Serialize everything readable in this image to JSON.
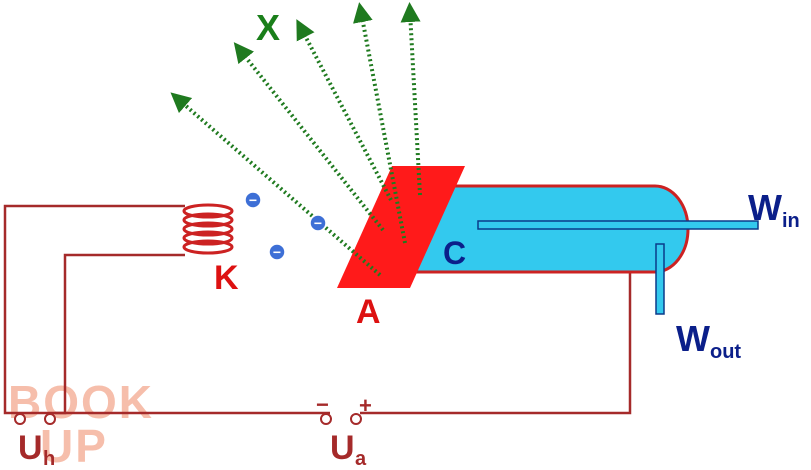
{
  "labels": {
    "x": "X",
    "k": "K",
    "a": "A",
    "c": "C",
    "w_in_main": "W",
    "w_in_sub": "in",
    "w_out_main": "W",
    "w_out_sub": "out",
    "u_h_main": "U",
    "u_h_sub": "h",
    "u_a_main": "U",
    "u_a_sub": "a",
    "minus": "−",
    "plus": "+",
    "electron": "−"
  },
  "watermark": {
    "line1": "BOOK",
    "line2": "UP"
  },
  "colors": {
    "wire": "#a52a2a",
    "anode": "#ff1a1a",
    "coolant": "#33c9ee",
    "tube_outline": "#cc2222",
    "xray": "#1f7a1f",
    "label_red": "#dd1111",
    "label_blue": "#0b1f8a",
    "label_green": "#1a7f1a",
    "electron": "#3d6fd6",
    "watermark": "#f4a98f"
  }
}
